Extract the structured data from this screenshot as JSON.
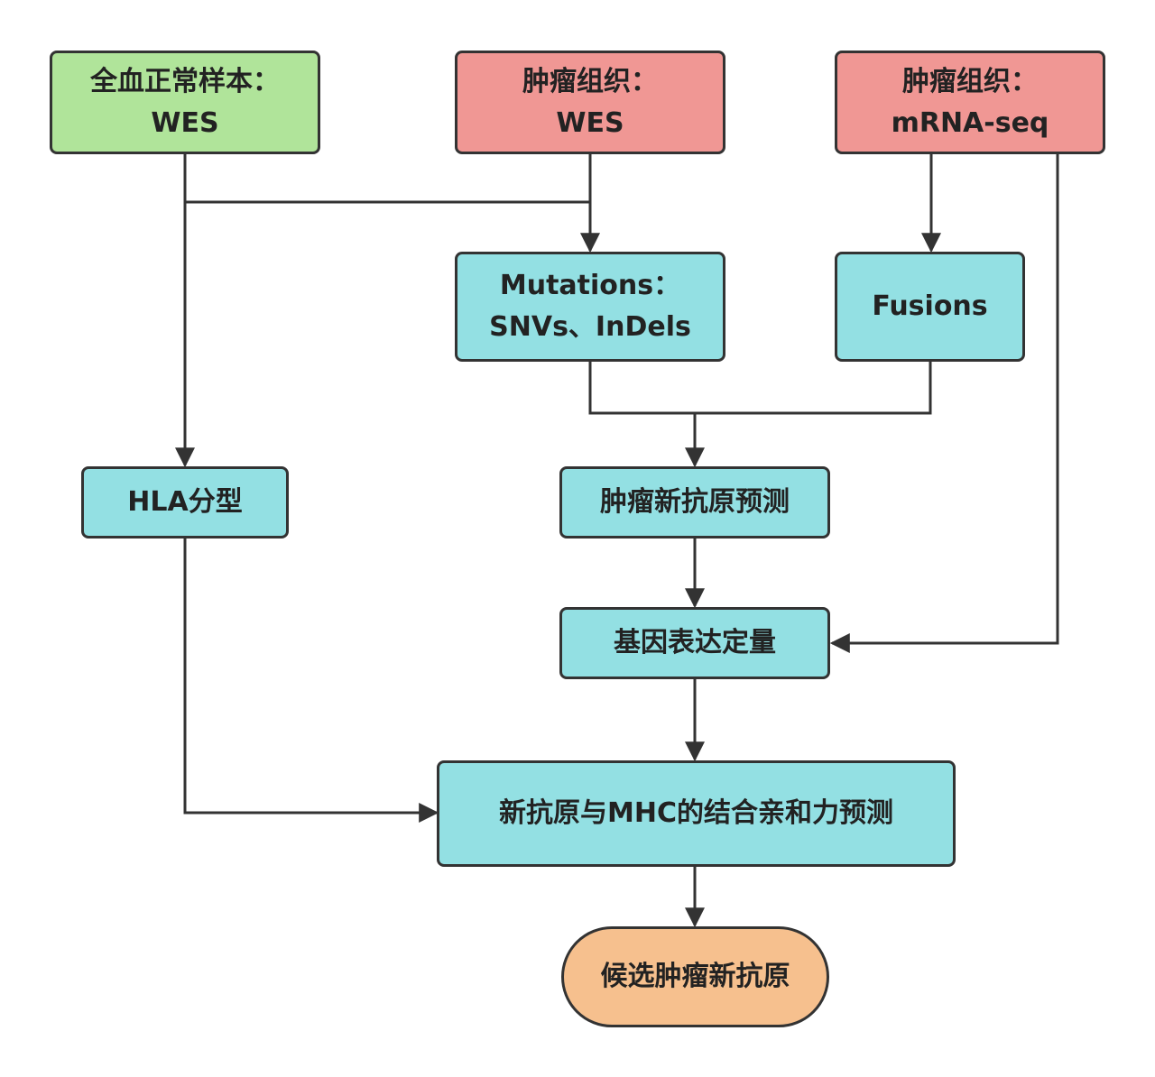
{
  "colors": {
    "green": "#b0e49a",
    "red": "#f09794",
    "cyan": "#93e0e3",
    "orange": "#f6c08e",
    "line": "#333333"
  },
  "nodes": {
    "blood": {
      "line1": "全血正常样本：",
      "line2": "WES"
    },
    "tumor_wes": {
      "line1": "肿瘤组织：",
      "line2": "WES"
    },
    "tumor_rna": {
      "line1": "肿瘤组织：",
      "line2": "mRNA-seq"
    },
    "mutations": {
      "line1": "Mutations：",
      "line2": "SNVs、InDels"
    },
    "fusions": {
      "label": "Fusions"
    },
    "hla": {
      "label": "HLA分型"
    },
    "neoantigen_pred": {
      "label": "肿瘤新抗原预测"
    },
    "expression": {
      "label": "基因表达定量"
    },
    "mhc_binding": {
      "label": "新抗原与MHC的结合亲和力预测"
    },
    "candidates": {
      "label": "候选肿瘤新抗原"
    }
  }
}
